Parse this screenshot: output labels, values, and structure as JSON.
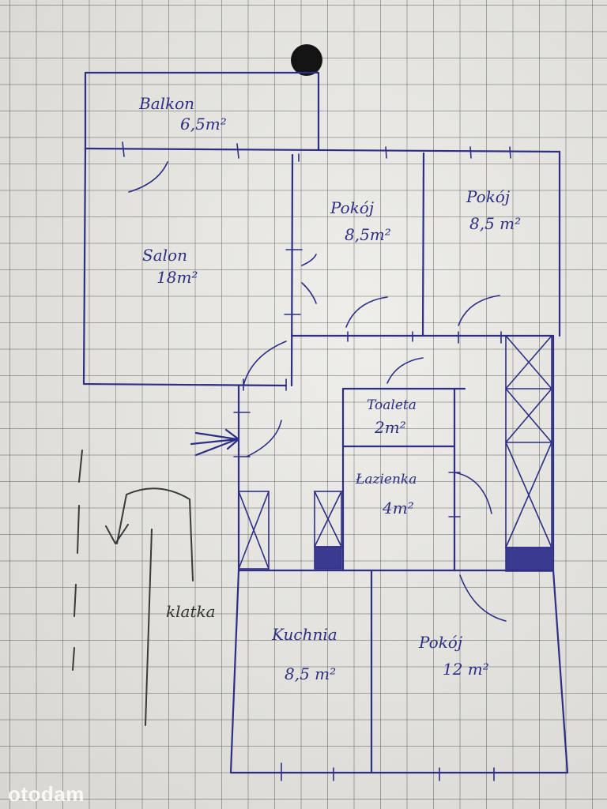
{
  "rooms": {
    "balkon": {
      "name": "Balkon",
      "area": "6,5m²"
    },
    "salon": {
      "name": "Salon",
      "area": "18m²"
    },
    "pokoj1": {
      "name": "Pokój",
      "area": "8,5m²"
    },
    "pokoj2": {
      "name": "Pokój",
      "area": "8,5 m²"
    },
    "toaleta": {
      "name": "Toaleta",
      "area": "2m²"
    },
    "lazienka": {
      "name": "Łazienka",
      "area": "4m²"
    },
    "kuchnia": {
      "name": "Kuchnia",
      "area": "8,5 m²"
    },
    "pokoj3": {
      "name": "Pokój",
      "area": "12 m²"
    }
  },
  "klatka": {
    "label": "klatka"
  },
  "watermark": "otodam",
  "colors": {
    "ink": "#2d2e86",
    "paper": "#ecebe6",
    "pencil": "#3a3a3a"
  }
}
